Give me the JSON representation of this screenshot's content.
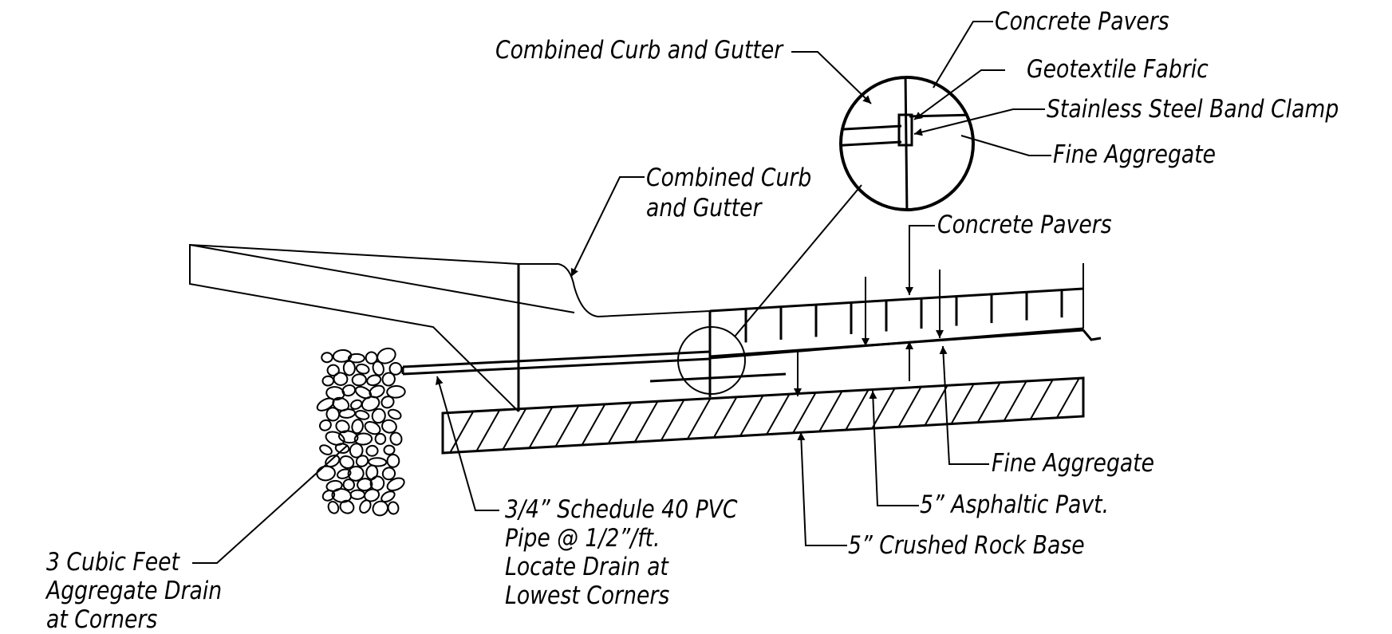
{
  "labels": {
    "curb_top": "Combined Curb and Gutter",
    "pavers_top": "Concrete Pavers",
    "geotextile": "Geotextile Fabric",
    "band_clamp": "Stainless Steel Band Clamp",
    "fine_agg_top": "Fine Aggregate",
    "curb_mid_1": "Combined Curb",
    "curb_mid_2": "and Gutter",
    "pavers_mid": "Concrete Pavers",
    "fine_agg_bottom": "Fine Aggregate",
    "asphalt": "5” Asphaltic Pavt.",
    "rock_base": "5” Crushed Rock Base",
    "pipe_1": "3/4” Schedule 40 PVC",
    "pipe_2": "Pipe @ 1/2”/ft.",
    "pipe_3": "Locate Drain at",
    "pipe_4": "Lowest Corners",
    "drain_1": "3 Cubic Feet",
    "drain_2": "Aggregate Drain",
    "drain_3": "at Corners"
  },
  "colors": {
    "ink": "#000000",
    "background": "#ffffff"
  }
}
